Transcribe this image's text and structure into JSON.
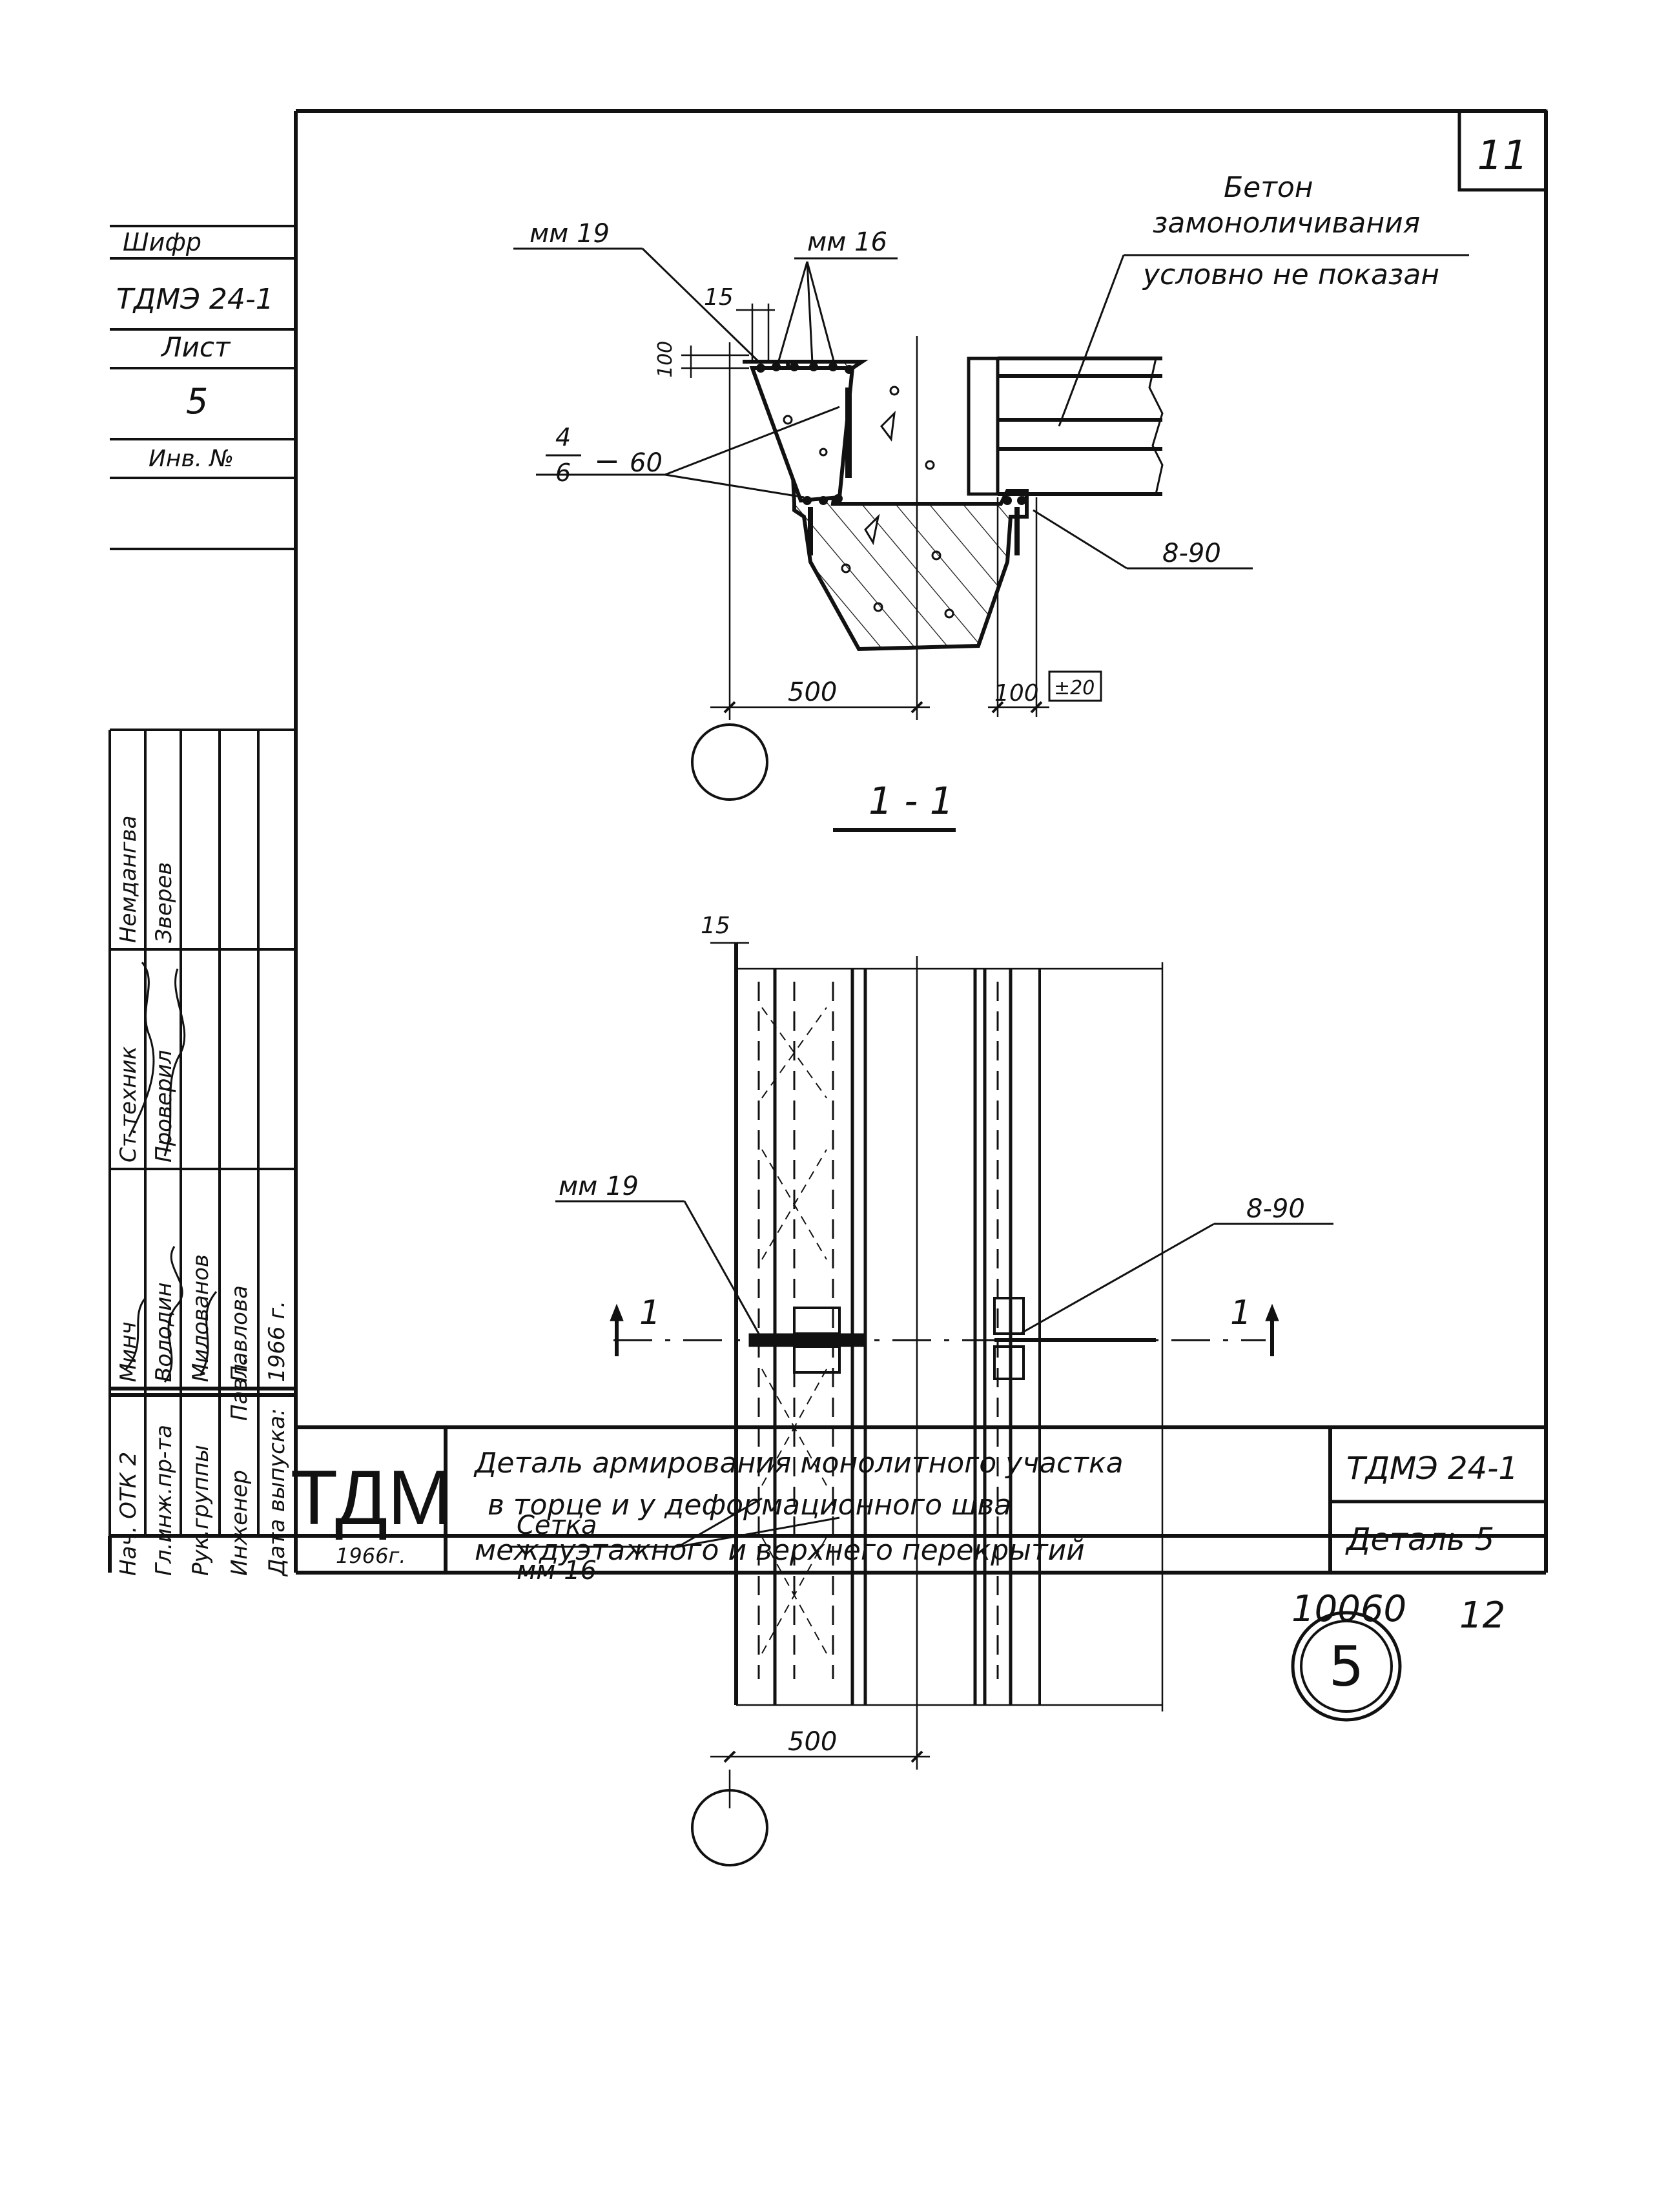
{
  "sheet_number": "11",
  "side_stamp": {
    "cipher_label": "Шифр",
    "cipher_value": "ТДМЭ 24-1",
    "sheet_label": "Лист",
    "sheet_value": "5",
    "inv_label": "Инв. №"
  },
  "side_roles": [
    {
      "role": "Нач. ОТК 2",
      "sign": "",
      "name": "Минч"
    },
    {
      "role": "Гл.инж.пр-та",
      "sign": "",
      "name": "Володин"
    },
    {
      "role": "Рук.группы",
      "sign": "",
      "name": "Милованов"
    },
    {
      "role": "Инженер",
      "sign": "Павл.",
      "name": "Павлова"
    },
    {
      "role": "Дата выпуска:",
      "sign": "",
      "name": "1966 г."
    }
  ],
  "side_checks": [
    {
      "role": "Ст.техник",
      "name": "Немдангва"
    },
    {
      "role": "Проверил",
      "name": "Зверев"
    }
  ],
  "section_view": {
    "label_mm19": "мм 19",
    "label_mm16": "мм 16",
    "dim_15": "15",
    "dim_100": "100",
    "frac_num": "4",
    "frac_den": "6",
    "frac_val": "60",
    "concrete_note": [
      "Бетон",
      "замоноличивания",
      "условно не показан"
    ],
    "label_8_90": "8-90",
    "dim_500": "500",
    "dim_100_bottom": "100",
    "level": "±20",
    "section_title": "1 - 1"
  },
  "plan_view": {
    "dim_15": "15",
    "label_mm19": "мм 19",
    "label_8_90": "8-90",
    "cut_left": "1",
    "cut_right": "1",
    "mesh_label": [
      "Сетка",
      "мм 16"
    ],
    "dim_500": "500",
    "detail_mark": "5"
  },
  "title_block": {
    "logo": "ТДМ",
    "year": "1966г.",
    "title_lines": [
      "Деталь армирования монолитного участка",
      "в торце и у деформационного шва",
      "междуэтажного и верхнего перекрытий"
    ],
    "code": "ТДМЭ 24-1",
    "detail": "Деталь 5"
  },
  "footer": {
    "number": "10060",
    "page": "12"
  }
}
